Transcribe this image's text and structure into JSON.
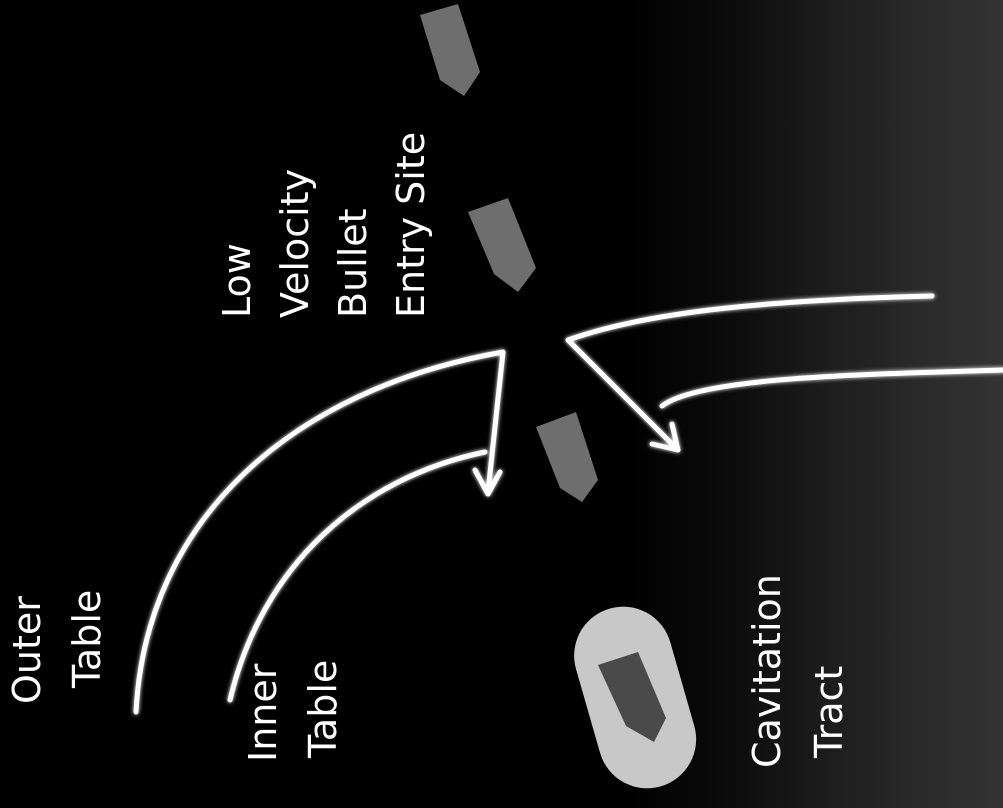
{
  "labels": {
    "outer": "Outer",
    "outer_table": "Table",
    "inner": "Inner",
    "inner_table": "Table",
    "low": "Low",
    "velocity": "Velocity",
    "bullet": "Bullet",
    "entry_site": "Entry Site",
    "cavitation": "Cavitation",
    "tract": "Tract"
  },
  "colors": {
    "background": "#000000",
    "arrow": "#ffffff",
    "bullet_fill": "#6e6e6e",
    "cavitation_fill": "#c8c8c8",
    "cavitation_core": "#4a4a4a"
  }
}
